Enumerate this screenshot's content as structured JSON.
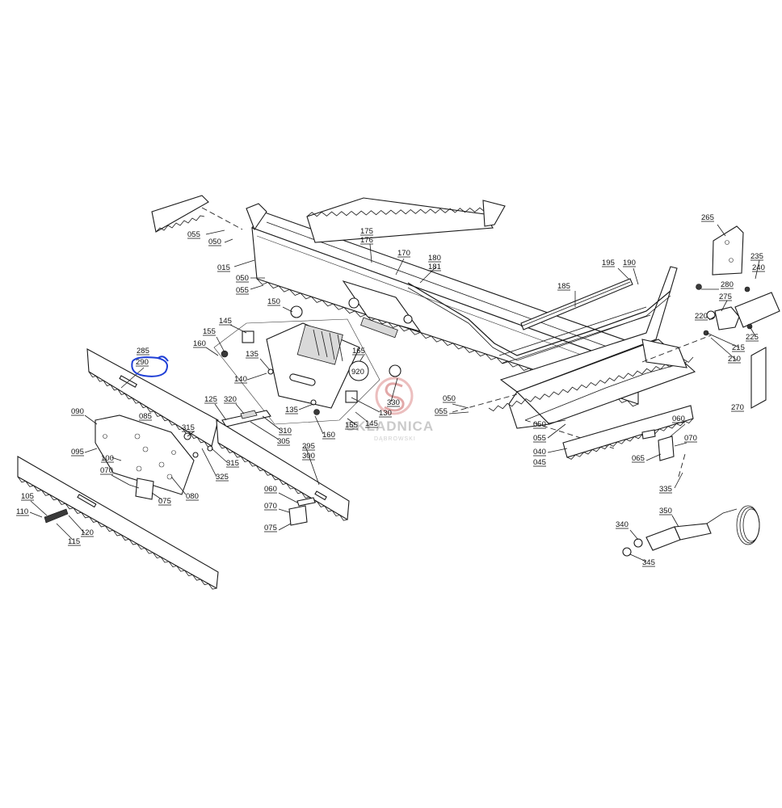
{
  "diagram": {
    "type": "exploded-parts-diagram",
    "watermark": {
      "text": "SKŁADNICA",
      "subtext": "DĄBROWSKI",
      "logo": "s-circle-logo"
    },
    "highlight": {
      "label": "290",
      "color": "#1f3fd6"
    },
    "circled_label": "920",
    "labels": [
      "055",
      "050",
      "015",
      "050",
      "055",
      "175",
      "176",
      "170",
      "180",
      "181",
      "195",
      "190",
      "185",
      "265",
      "235",
      "240",
      "280",
      "275",
      "220",
      "225",
      "215",
      "210",
      "270",
      "150",
      "145",
      "155",
      "160",
      "135",
      "140",
      "165",
      "130",
      "135",
      "155",
      "160",
      "145",
      "330",
      "125",
      "320",
      "310",
      "305",
      "285",
      "290",
      "090",
      "085",
      "315",
      "095",
      "100",
      "325",
      "315",
      "070",
      "080",
      "075",
      "105",
      "110",
      "115",
      "120",
      "295",
      "300",
      "060",
      "070",
      "075",
      "050",
      "055",
      "050",
      "055",
      "040",
      "045",
      "060",
      "070",
      "065",
      "335",
      "350",
      "340",
      "345"
    ]
  }
}
